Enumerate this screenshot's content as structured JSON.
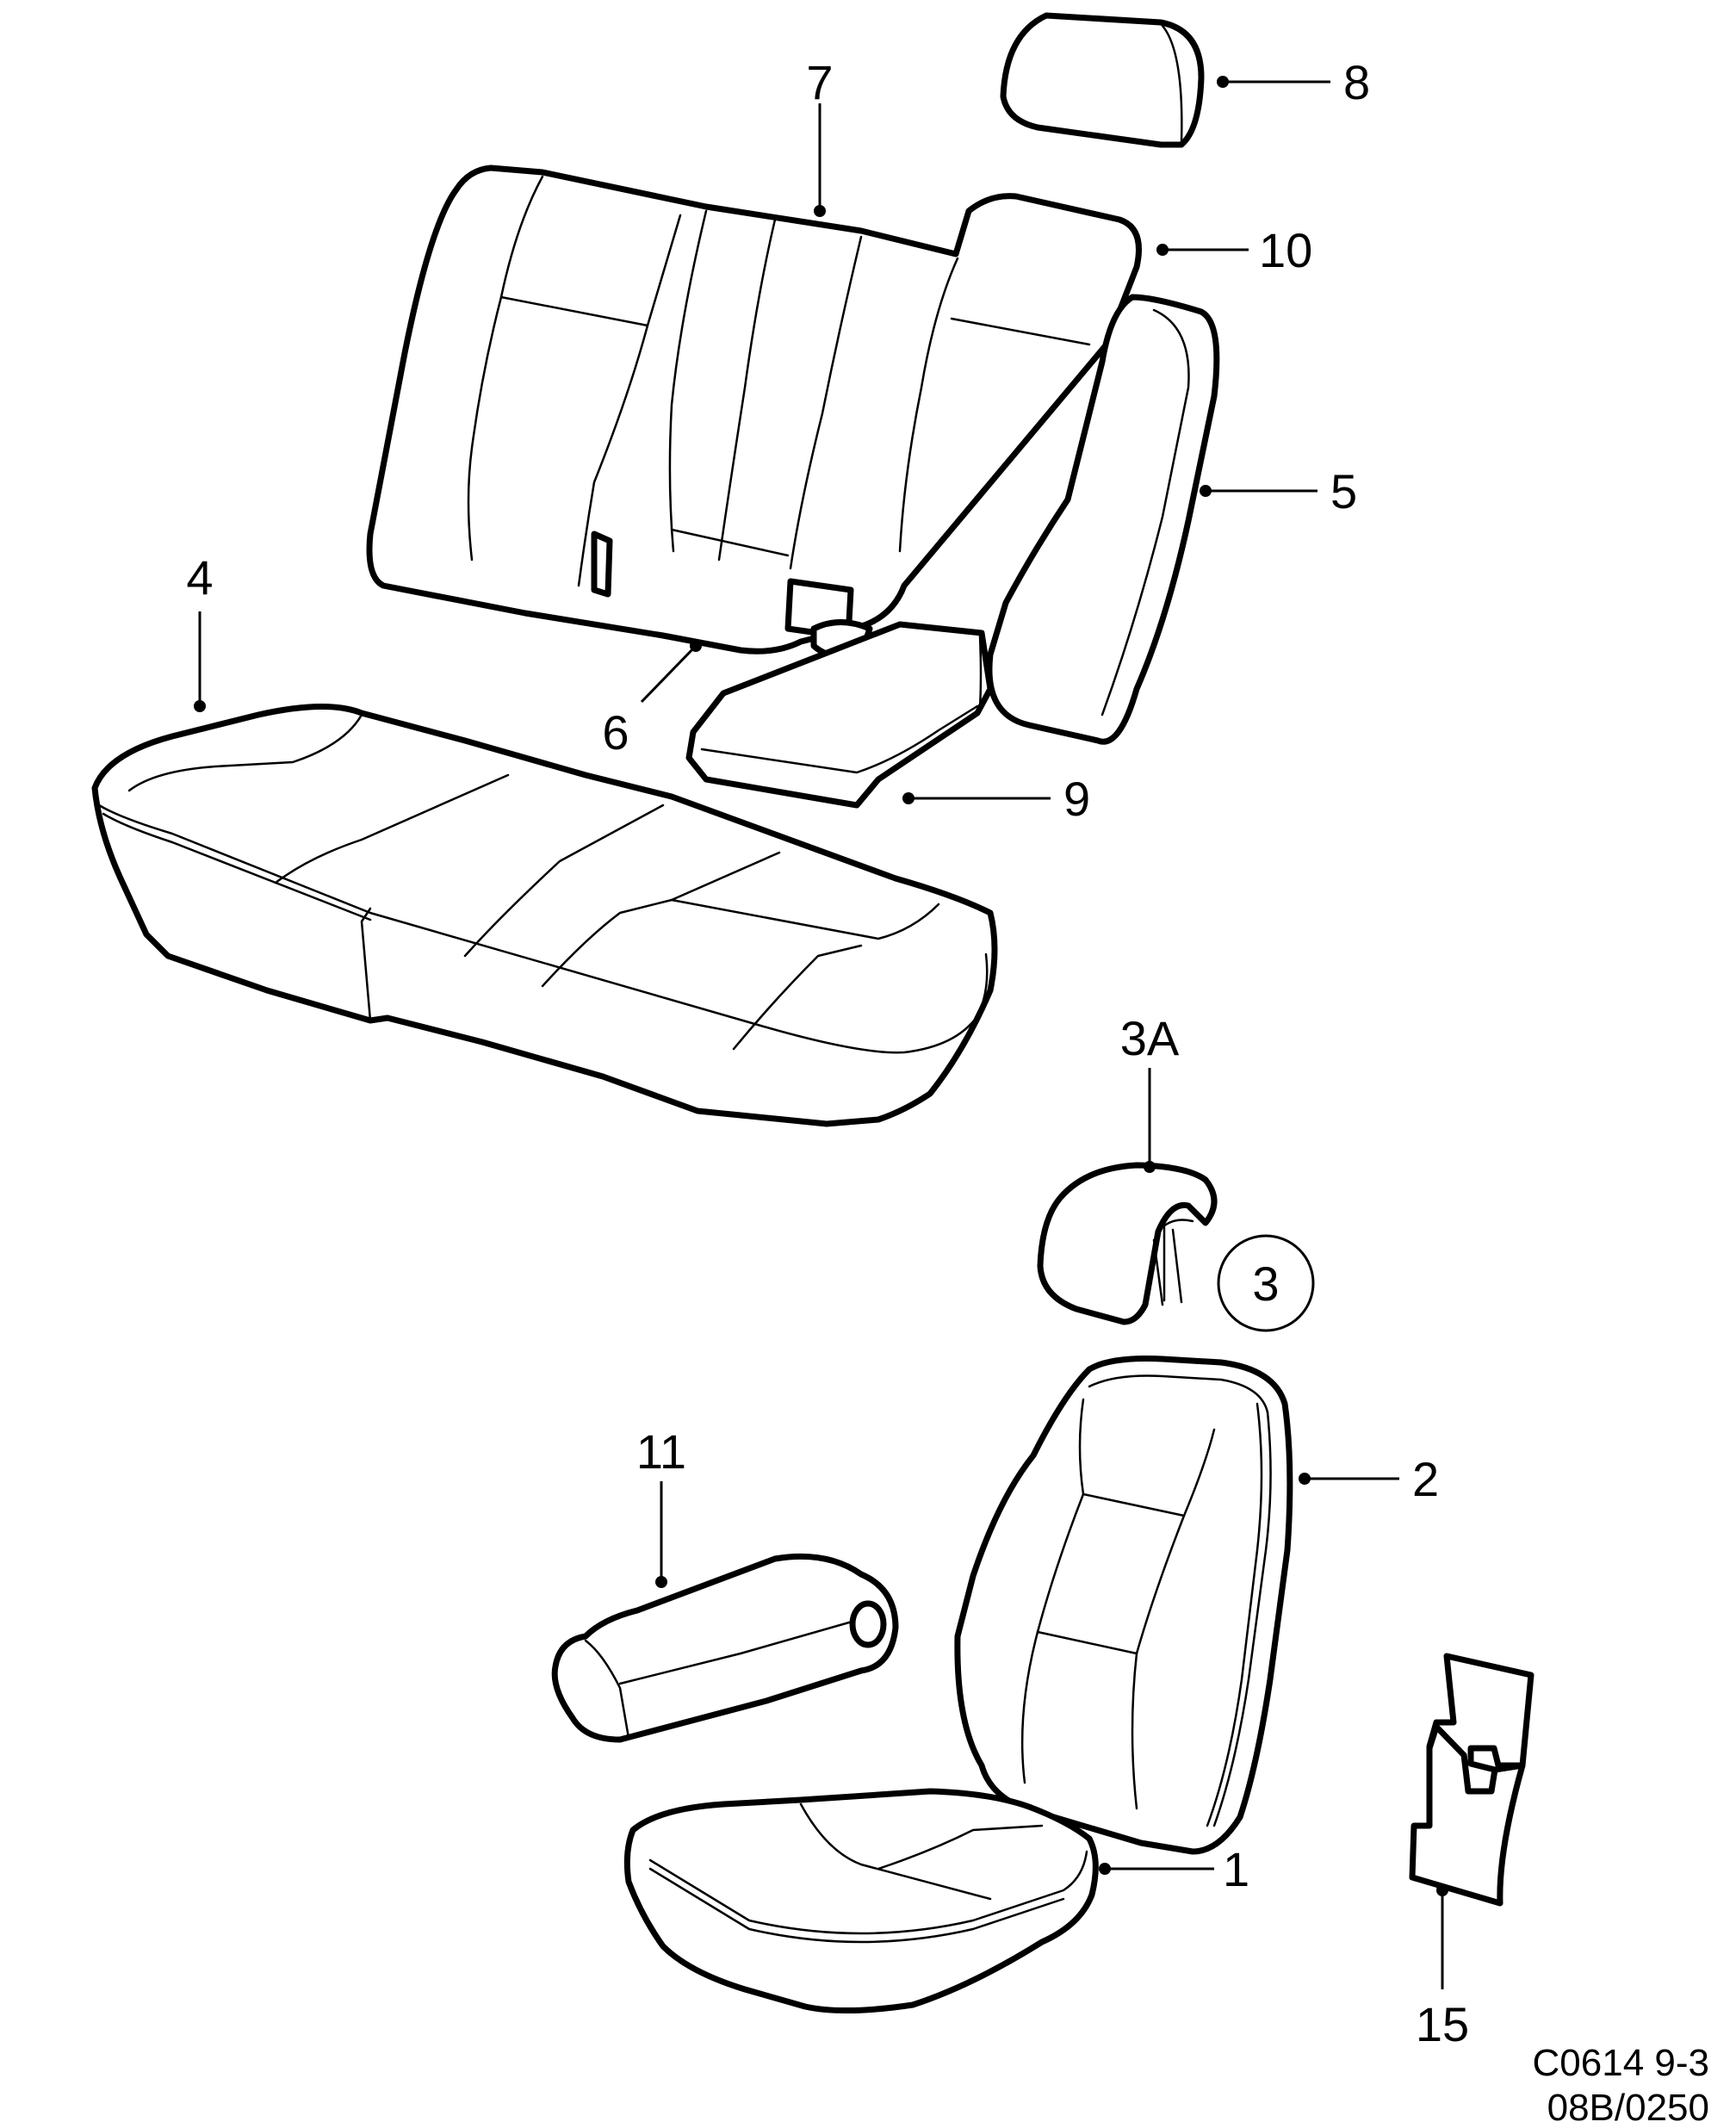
{
  "callouts": {
    "c1": "1",
    "c2": "2",
    "c3": "3",
    "c3a": "3A",
    "c4": "4",
    "c5": "5",
    "c6": "6",
    "c7": "7",
    "c8": "8",
    "c9": "9",
    "c10": "10",
    "c11": "11",
    "c15": "15"
  },
  "reference": {
    "line1": "C0614 9-3",
    "line2": "08B/0250"
  }
}
